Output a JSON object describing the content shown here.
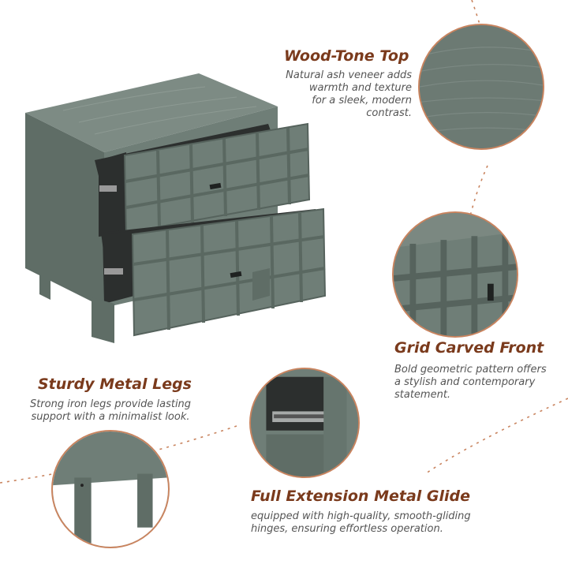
{
  "colors": {
    "heading": "#7a3a1c",
    "description": "#555555",
    "accent_dashes": "#c9845f",
    "cabinet": "#6f7e77",
    "cabinet_dark": "#5a6861",
    "drawer_interior": "#2c2f2e"
  },
  "features": {
    "top": {
      "title": "Wood-Tone Top",
      "lines": [
        "Natural ash veneer adds",
        "warmth and texture",
        "for a sleek, modern",
        "contrast."
      ]
    },
    "front": {
      "title": "Grid Carved Front",
      "lines": [
        "Bold geometric pattern offers",
        "a stylish and contemporary",
        "statement."
      ]
    },
    "legs": {
      "title": "Sturdy Metal Legs",
      "lines": [
        "Strong iron legs provide lasting",
        "support with a minimalist look."
      ]
    },
    "glide": {
      "title": "Full Extension Metal Glide",
      "lines": [
        "equipped with high-quality, smooth-gliding",
        "hinges, ensuring effortless operation."
      ]
    }
  }
}
